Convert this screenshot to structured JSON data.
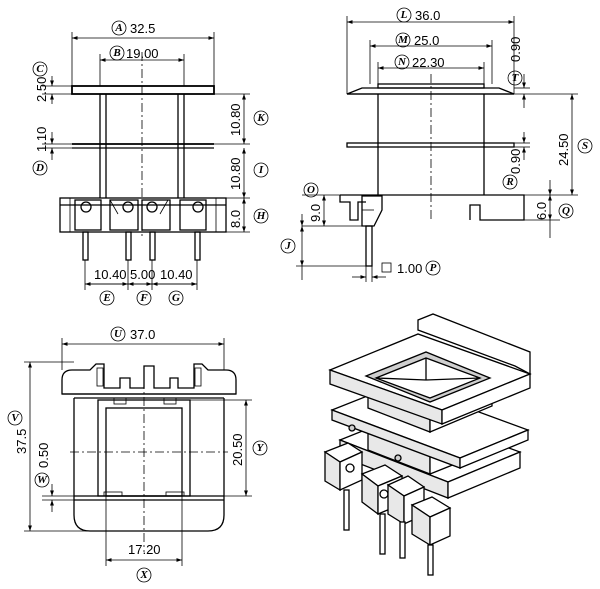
{
  "front_view": {
    "A": {
      "letter": "A",
      "value": "32.5"
    },
    "B": {
      "letter": "B",
      "value": "19.00"
    },
    "C_top": {
      "letter": "C",
      "value": "2.50"
    },
    "D": {
      "letter": "D",
      "value": "1.10"
    },
    "K": {
      "letter": "K",
      "value": "10.80"
    },
    "I": {
      "letter": "I",
      "value": "10.80"
    },
    "H": {
      "letter": "H",
      "value": "8.0"
    },
    "E": {
      "letter": "E",
      "value": "10.40"
    },
    "F": {
      "letter": "F",
      "value": "5.00"
    },
    "G": {
      "letter": "G",
      "value": "10.40"
    }
  },
  "side_view": {
    "L": {
      "letter": "L",
      "value": "36.0"
    },
    "M": {
      "letter": "M",
      "value": "25.0"
    },
    "N": {
      "letter": "N",
      "value": "22.30"
    },
    "T": {
      "letter": "T",
      "value": "0.90"
    },
    "S": {
      "letter": "S",
      "value": "24.50"
    },
    "R": {
      "letter": "R",
      "value": "0.90"
    },
    "O": {
      "letter": "O",
      "value": "9.0"
    },
    "Q": {
      "letter": "Q",
      "value": "6.0"
    },
    "J": {
      "letter": "J",
      "value": ""
    },
    "P": {
      "letter": "P",
      "value": "1.00"
    }
  },
  "top_view": {
    "U": {
      "letter": "U",
      "value": "37.0"
    },
    "V": {
      "letter": "V",
      "value": "37.5"
    },
    "W": {
      "letter": "W",
      "value": "0.50"
    },
    "Y": {
      "letter": "Y",
      "value": "20.50"
    },
    "X": {
      "letter": "X",
      "value": "17.20"
    }
  }
}
